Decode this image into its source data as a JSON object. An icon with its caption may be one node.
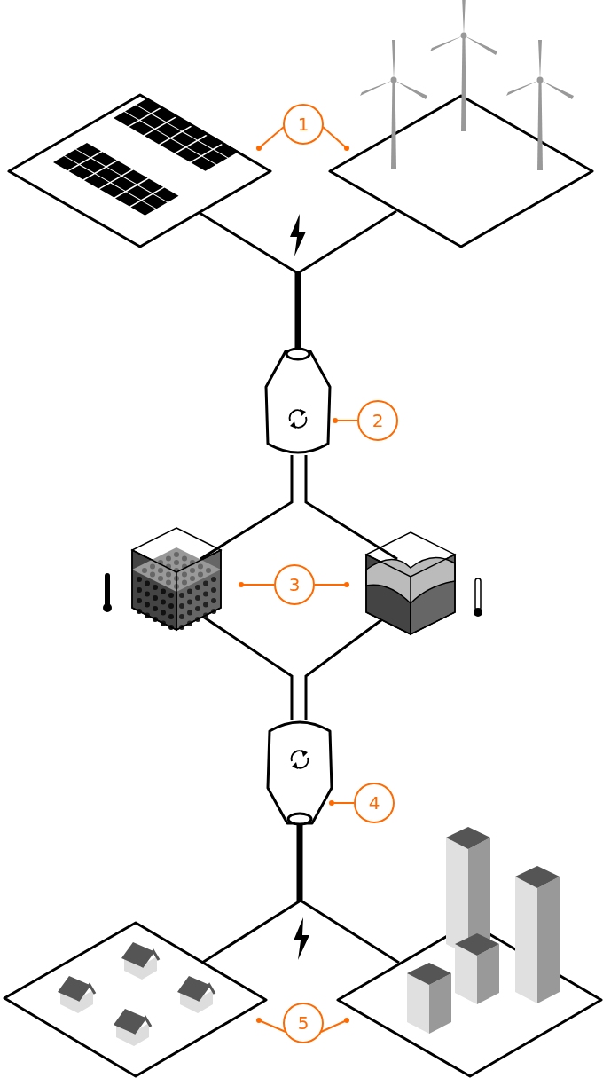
{
  "diagram": {
    "nodes": [
      {
        "text": [],
        "shape": "picture"
      },
      {
        "text": [
          "1"
        ]
      },
      {
        "text": [],
        "shape": "picture"
      },
      {
        "text": [],
        "shape": "diamond"
      },
      {
        "text": [],
        "shape": "picture"
      },
      {
        "text": [
          "2"
        ]
      },
      {
        "text": [],
        "shape": "picture"
      },
      {
        "text": [
          "3"
        ]
      },
      {
        "text": [],
        "shape": "picture"
      },
      {
        "text": [],
        "shape": "picture"
      },
      {
        "text": [
          "4"
        ]
      },
      {
        "text": [],
        "shape": "diamond"
      },
      {
        "text": [],
        "shape": "picture"
      },
      {
        "text": [
          "5"
        ]
      },
      {
        "text": [],
        "shape": "picture"
      }
    ],
    "edges": [
      {
        "from": 1,
        "to": 0,
        "arrow": "other"
      },
      {
        "from": 1,
        "to": 2,
        "arrow": "other"
      },
      {
        "from": 3,
        "to": 4,
        "arrow": "none",
        "style": "thick",
        "color": "#000000"
      },
      {
        "from": 5,
        "to": 4,
        "arrow": "other"
      },
      {
        "from": 4,
        "to": 6,
        "arrow": "none",
        "color": "#000000"
      },
      {
        "from": 4,
        "to": 8,
        "arrow": "none",
        "color": "#000000"
      },
      {
        "from": 7,
        "to": 6,
        "arrow": "other"
      },
      {
        "from": 7,
        "to": 8,
        "arrow": "other"
      },
      {
        "from": 6,
        "to": 9,
        "arrow": "none",
        "color": "#000000"
      },
      {
        "from": 8,
        "to": 9,
        "arrow": "none",
        "color": "#000000"
      },
      {
        "from": 10,
        "to": 9,
        "arrow": "other"
      },
      {
        "from": 9,
        "to": 11,
        "arrow": "none",
        "style": "thick",
        "color": "#000000"
      },
      {
        "from": 13,
        "to": 12,
        "arrow": "other"
      },
      {
        "from": 13,
        "to": 14,
        "arrow": "other"
      }
    ]
  }
}
